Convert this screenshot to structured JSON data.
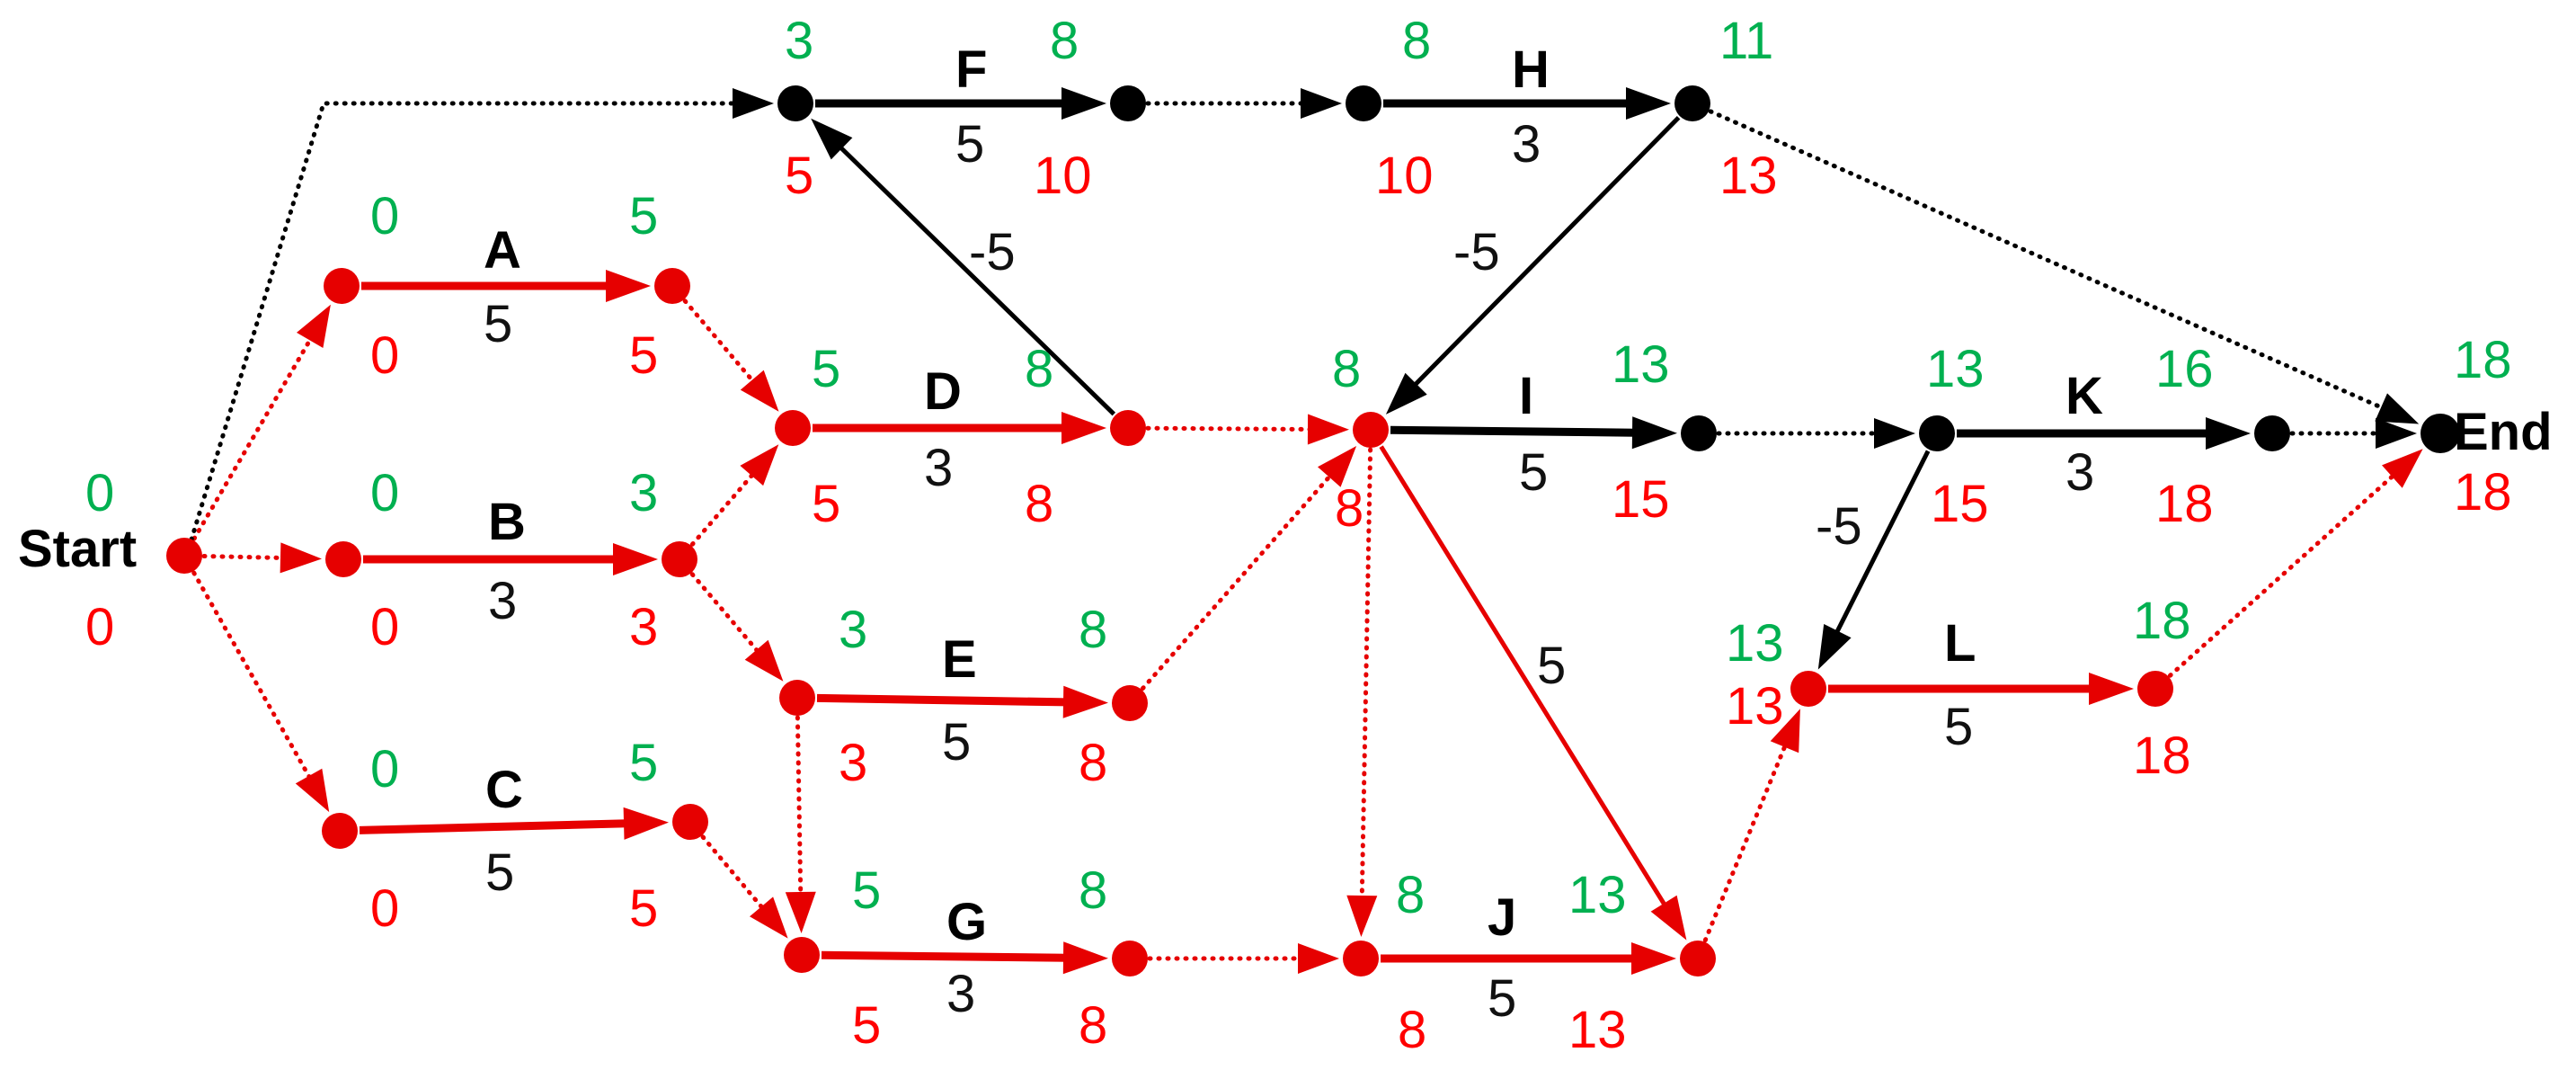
{
  "diagram": {
    "colors": {
      "critical": "#e60000",
      "normal": "#000000",
      "early_time": "#00b050",
      "late_time": "#ff0000",
      "duration": "#111111"
    },
    "terminals": {
      "start": "Start",
      "end": "End"
    },
    "nodes": [
      {
        "id": "start",
        "critical": true
      },
      {
        "id": "a0",
        "critical": true
      },
      {
        "id": "a1",
        "critical": true
      },
      {
        "id": "b0",
        "critical": true
      },
      {
        "id": "b1",
        "critical": true
      },
      {
        "id": "c0",
        "critical": true
      },
      {
        "id": "c1",
        "critical": true
      },
      {
        "id": "d0",
        "critical": true
      },
      {
        "id": "d1",
        "critical": true
      },
      {
        "id": "e0",
        "critical": true
      },
      {
        "id": "e1",
        "critical": true
      },
      {
        "id": "g0",
        "critical": true
      },
      {
        "id": "g1",
        "critical": true
      },
      {
        "id": "f0",
        "critical": false
      },
      {
        "id": "f1",
        "critical": false
      },
      {
        "id": "h0",
        "critical": false
      },
      {
        "id": "h1",
        "critical": false
      },
      {
        "id": "i0",
        "critical": true
      },
      {
        "id": "i1",
        "critical": false
      },
      {
        "id": "j0",
        "critical": true
      },
      {
        "id": "j1",
        "critical": true
      },
      {
        "id": "k0",
        "critical": false
      },
      {
        "id": "k1",
        "critical": false
      },
      {
        "id": "l0",
        "critical": true
      },
      {
        "id": "l1",
        "critical": true
      },
      {
        "id": "end",
        "critical": false
      }
    ],
    "activity_edges": [
      {
        "from": "a0",
        "to": "a1",
        "critical": true
      },
      {
        "from": "b0",
        "to": "b1",
        "critical": true
      },
      {
        "from": "c0",
        "to": "c1",
        "critical": true
      },
      {
        "from": "d0",
        "to": "d1",
        "critical": true
      },
      {
        "from": "e0",
        "to": "e1",
        "critical": true
      },
      {
        "from": "g0",
        "to": "g1",
        "critical": true
      },
      {
        "from": "f0",
        "to": "f1",
        "critical": false
      },
      {
        "from": "h0",
        "to": "h1",
        "critical": false
      },
      {
        "from": "i0",
        "to": "i1",
        "critical": false
      },
      {
        "from": "j0",
        "to": "j1",
        "critical": true
      },
      {
        "from": "k0",
        "to": "k1",
        "critical": false
      },
      {
        "from": "l0",
        "to": "l1",
        "critical": true
      }
    ],
    "precedence_edges": [
      {
        "from": "start",
        "to": "a0",
        "critical": true
      },
      {
        "from": "start",
        "to": "b0",
        "critical": true
      },
      {
        "from": "start",
        "to": "c0",
        "critical": true
      },
      {
        "from": "start",
        "to": "f0",
        "critical": false
      },
      {
        "from": "a1",
        "to": "d0",
        "critical": true
      },
      {
        "from": "b1",
        "to": "d0",
        "critical": true
      },
      {
        "from": "b1",
        "to": "e0",
        "critical": true
      },
      {
        "from": "c1",
        "to": "g0",
        "critical": true
      },
      {
        "from": "e0",
        "to": "g0",
        "critical": true
      },
      {
        "from": "d1",
        "to": "i0",
        "critical": true
      },
      {
        "from": "e1",
        "to": "i0",
        "critical": true
      },
      {
        "from": "g1",
        "to": "j0",
        "critical": true
      },
      {
        "from": "i0",
        "to": "j0",
        "critical": true
      },
      {
        "from": "f1",
        "to": "h0",
        "critical": false
      },
      {
        "from": "h1",
        "to": "end",
        "critical": false
      },
      {
        "from": "i1",
        "to": "k0",
        "critical": false
      },
      {
        "from": "k1",
        "to": "end",
        "critical": false
      },
      {
        "from": "j1",
        "to": "l0",
        "critical": true
      },
      {
        "from": "l1",
        "to": "end",
        "critical": true
      }
    ],
    "lag_edges": [
      {
        "from": "d1",
        "to": "f0",
        "critical": false,
        "lag": "-5"
      },
      {
        "from": "h1",
        "to": "i0",
        "critical": false,
        "lag": "-5"
      },
      {
        "from": "k0",
        "to": "l0",
        "critical": false,
        "lag": "-5"
      },
      {
        "from": "i0",
        "to": "j1",
        "critical": true,
        "lag": "5"
      }
    ],
    "activities": [
      {
        "name": "A",
        "duration": "5",
        "es": "0",
        "ls": "0",
        "ef": "5",
        "lf": "5"
      },
      {
        "name": "B",
        "duration": "3",
        "es": "0",
        "ls": "0",
        "ef": "3",
        "lf": "3"
      },
      {
        "name": "C",
        "duration": "5",
        "es": "0",
        "ls": "0",
        "ef": "5",
        "lf": "5"
      },
      {
        "name": "D",
        "duration": "3",
        "es": "5",
        "ls": "5",
        "ef": "8",
        "lf": "8"
      },
      {
        "name": "E",
        "duration": "5",
        "es": "3",
        "ls": "3",
        "ef": "8",
        "lf": "8"
      },
      {
        "name": "F",
        "duration": "5",
        "es": "3",
        "ls": "5",
        "ef": "8",
        "lf": "10"
      },
      {
        "name": "G",
        "duration": "3",
        "es": "5",
        "ls": "5",
        "ef": "8",
        "lf": "8"
      },
      {
        "name": "H",
        "duration": "3",
        "es": "8",
        "ls": "10",
        "ef": "11",
        "lf": "13"
      },
      {
        "name": "I",
        "duration": "5",
        "es": "8",
        "ls": "8",
        "ef": "13",
        "lf": "15"
      },
      {
        "name": "J",
        "duration": "5",
        "es": "8",
        "ls": "8",
        "ef": "13",
        "lf": "13"
      },
      {
        "name": "K",
        "duration": "3",
        "es": "13",
        "ls": "15",
        "ef": "16",
        "lf": "18"
      },
      {
        "name": "L",
        "duration": "5",
        "es": "13",
        "ls": "13",
        "ef": "18",
        "lf": "18"
      }
    ],
    "start_times": {
      "early": "0",
      "late": "0"
    },
    "end_times": {
      "early": "18",
      "late": "18"
    }
  }
}
